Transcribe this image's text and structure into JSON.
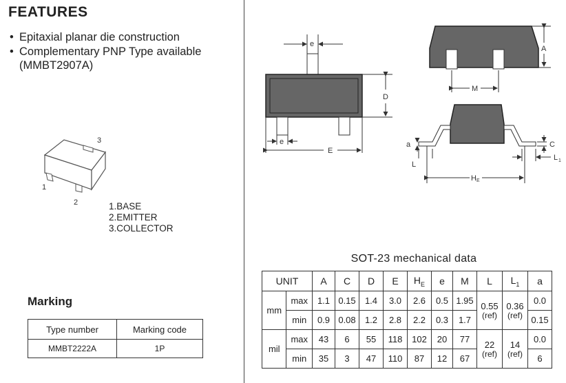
{
  "features": {
    "title": "FEATURES",
    "bullets": [
      "Epitaxial planar die construction",
      "Complementary PNP Type available",
      "(MMBT2907A)"
    ]
  },
  "pins": {
    "numbers": [
      "1",
      "2",
      "3"
    ],
    "labels": [
      "1.BASE",
      "2.EMITTER",
      "3.COLLECTOR"
    ]
  },
  "marking": {
    "title": "Marking",
    "headers": [
      "Type number",
      "Marking code"
    ],
    "row": [
      "MMBT2222A",
      "1P"
    ]
  },
  "drawing_labels": {
    "e": "e",
    "D": "D",
    "E": "E",
    "A": "A",
    "M": "M",
    "a": "a",
    "C": "C",
    "L": "L",
    "L1": "L",
    "L1_sub": "1",
    "HE": "H",
    "HE_sub": "E"
  },
  "mechanical": {
    "title": "SOT-23  mechanical data",
    "unit_label": "UNIT",
    "columns": [
      "A",
      "C",
      "D",
      "E",
      "H",
      "e",
      "M",
      "L",
      "L",
      "a"
    ],
    "column_subs": [
      "",
      "",
      "",
      "",
      "E",
      "",
      "",
      "",
      "1",
      ""
    ],
    "rows": [
      {
        "unit": "mm",
        "max": [
          "1.1",
          "0.15",
          "1.4",
          "3.0",
          "2.6",
          "0.5",
          "1.95"
        ],
        "min": [
          "0.9",
          "0.08",
          "1.2",
          "2.8",
          "2.2",
          "0.3",
          "1.7"
        ],
        "L": "0.55",
        "L_ref": "(ref)",
        "L1": "0.36",
        "L1_ref": "(ref)",
        "a_max": "0.0",
        "a_min": "0.15"
      },
      {
        "unit": "mil",
        "max": [
          "43",
          "6",
          "55",
          "118",
          "102",
          "20",
          "77"
        ],
        "min": [
          "35",
          "3",
          "47",
          "110",
          "87",
          "12",
          "67"
        ],
        "L": "22",
        "L_ref": "(ref)",
        "L1": "14",
        "L1_ref": "(ref)",
        "a_max": "0.0",
        "a_min": "6"
      }
    ],
    "max_label": "max",
    "min_label": "min"
  }
}
